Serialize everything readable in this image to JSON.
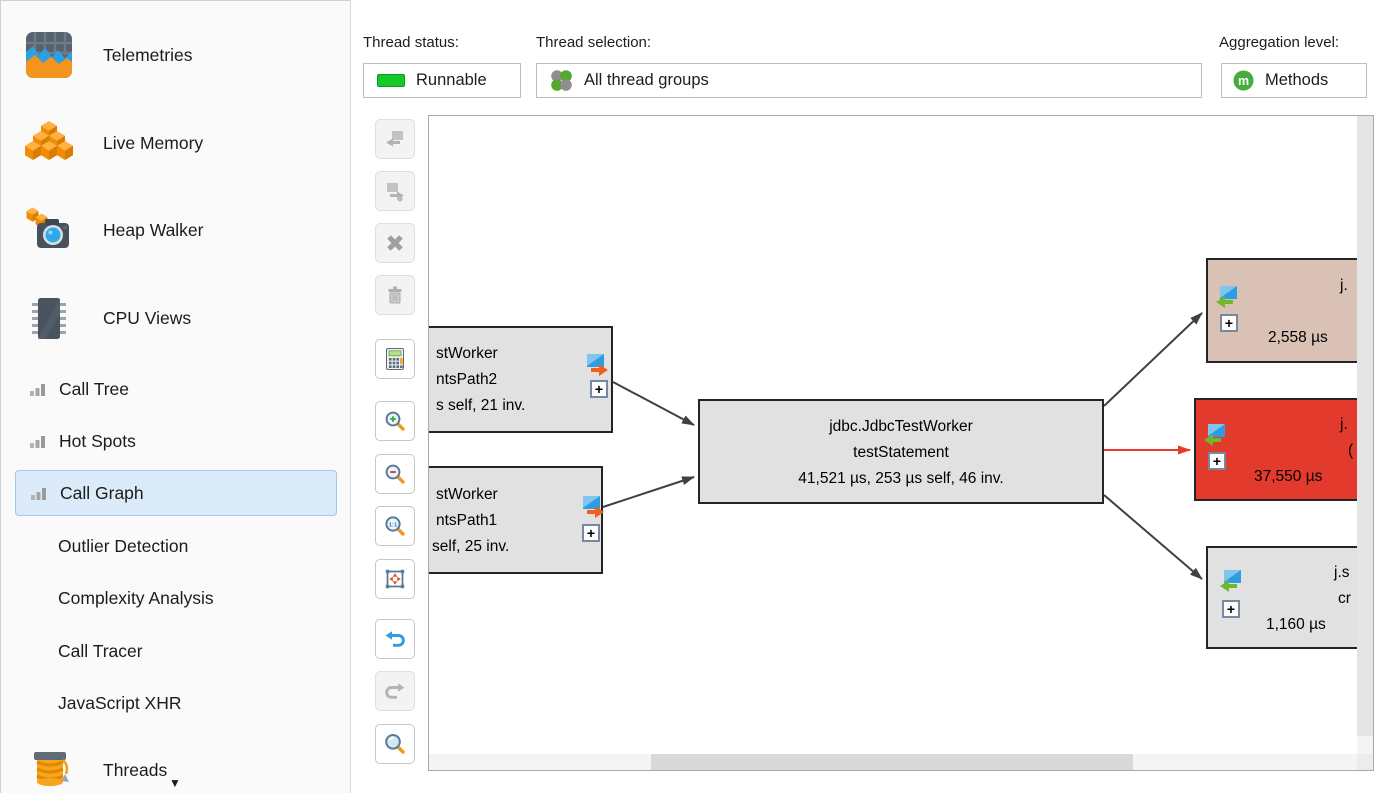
{
  "sidebar": {
    "items": [
      {
        "label": "Telemetries"
      },
      {
        "label": "Live Memory"
      },
      {
        "label": "Heap Walker"
      },
      {
        "label": "CPU Views"
      },
      {
        "label": "Call Tree"
      },
      {
        "label": "Hot Spots"
      },
      {
        "label": "Call Graph",
        "selected": true
      },
      {
        "label": "Outlier Detection"
      },
      {
        "label": "Complexity Analysis"
      },
      {
        "label": "Call Tracer"
      },
      {
        "label": "JavaScript XHR"
      },
      {
        "label": "Threads"
      }
    ],
    "more_indicator": "▼"
  },
  "header": {
    "thread_status_label": "Thread status:",
    "thread_status_value": "Runnable",
    "thread_selection_label": "Thread selection:",
    "thread_selection_value": "All thread groups",
    "aggregation_label": "Aggregation level:",
    "aggregation_value": "Methods"
  },
  "toolbar": {
    "buttons": [
      "add-callers",
      "add-callees",
      "remove-selected",
      "clear-graph",
      "calculator",
      "zoom-in",
      "zoom-out",
      "zoom-actual-size",
      "fit-content",
      "undo",
      "redo",
      "find"
    ]
  },
  "graph": {
    "plus_glyph": "+",
    "nodes": [
      {
        "id": "caller-path2",
        "line1": "stWorker",
        "line2": "ntsPath2",
        "line3": "s self, 21 inv."
      },
      {
        "id": "caller-path1",
        "line1": "stWorker",
        "line2": "ntsPath1",
        "line3": "self, 25 inv."
      },
      {
        "id": "center",
        "line1": "jdbc.JdbcTestWorker",
        "line2": "testStatement",
        "line3": "41,521 µs, 253 µs self, 46 inv."
      },
      {
        "id": "callee-top",
        "line1": "j.",
        "line2": "",
        "line3": "2,558 µs"
      },
      {
        "id": "callee-mid",
        "line1": "j.",
        "line2": "(",
        "line3": "37,550 µs"
      },
      {
        "id": "callee-bottom",
        "line1": "j.s",
        "line2": "cr",
        "line3": "1,160 µs"
      }
    ]
  },
  "colors": {
    "selection_bg": "#dcebf9",
    "selection_border": "#a3c6ea",
    "node_gray": "#e1e1e1",
    "node_warm": "#dac1b5",
    "node_hot": "#e23a2c",
    "edge": "#404040",
    "edge_hot": "#e8392b",
    "runnable_green": "#17c82b",
    "thread_group_green": "#55a82d",
    "methods_green": "#44ad3c"
  }
}
